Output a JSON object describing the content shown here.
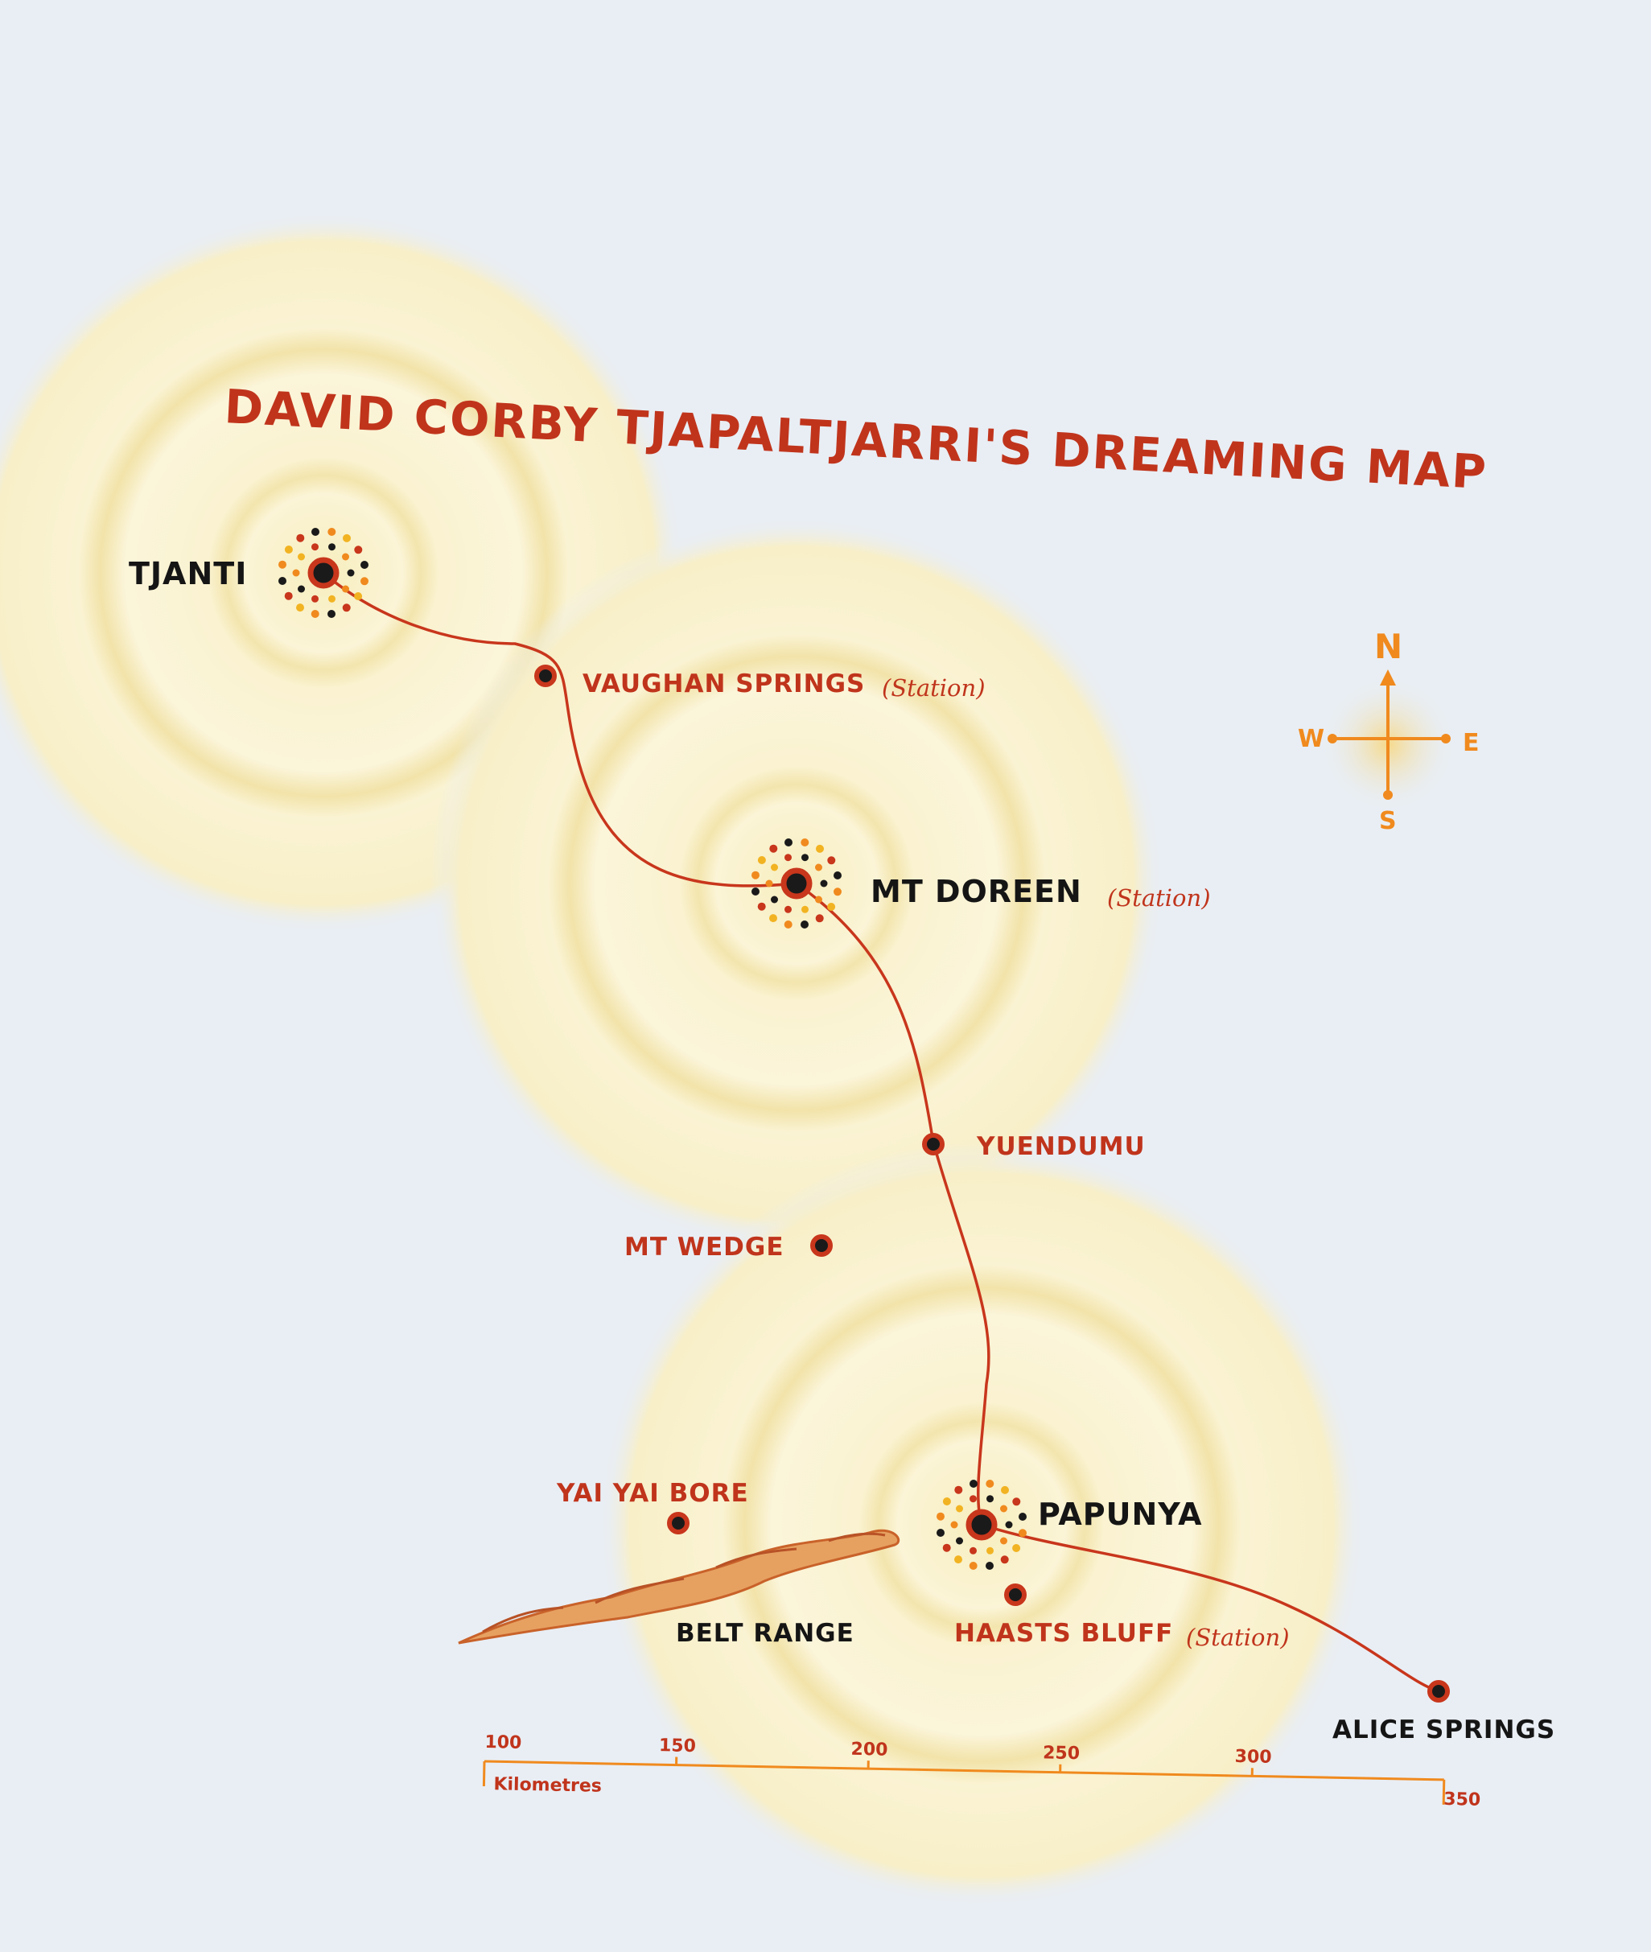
{
  "title": "DAVID CORBY TJAPALTJARRI'S DREAMING MAP",
  "colors": {
    "background": "#e9eef4",
    "halo": "#f6ecb8",
    "route": "#c8361c",
    "label_red": "#c0341c",
    "label_dark": "#151515",
    "accent_orange": "#f08a1e",
    "dot_yellow": "#f2b322",
    "dot_black": "#1a1a1a"
  },
  "places": [
    {
      "id": "tjanti",
      "name": "TJANTI",
      "kind": "dreaming-site",
      "note": ""
    },
    {
      "id": "vaughan-springs",
      "name": "VAUGHAN SPRINGS",
      "kind": "place",
      "note": "(Station)"
    },
    {
      "id": "mt-doreen",
      "name": "MT DOREEN",
      "kind": "dreaming-site",
      "note": "(Station)"
    },
    {
      "id": "yuendumu",
      "name": "YUENDUMU",
      "kind": "place",
      "note": ""
    },
    {
      "id": "mt-wedge",
      "name": "MT WEDGE",
      "kind": "place",
      "note": ""
    },
    {
      "id": "yai-yai-bore",
      "name": "YAI YAI BORE",
      "kind": "place",
      "note": ""
    },
    {
      "id": "papunya",
      "name": "PAPUNYA",
      "kind": "dreaming-site",
      "note": ""
    },
    {
      "id": "haasts-bluff",
      "name": "HAASTS BLUFF",
      "kind": "place",
      "note": "(Station)"
    },
    {
      "id": "alice-springs",
      "name": "ALICE SPRINGS",
      "kind": "place",
      "note": ""
    }
  ],
  "features": {
    "belt_range": "BELT RANGE"
  },
  "route": [
    "tjanti",
    "vaughan-springs",
    "mt-doreen",
    "yuendumu",
    "papunya",
    "alice-springs"
  ],
  "compass": {
    "n": "N",
    "s": "S",
    "e": "E",
    "w": "W"
  },
  "scale": {
    "unit_label": "Kilometres",
    "ticks": [
      "100",
      "150",
      "200",
      "250",
      "300",
      "350"
    ]
  }
}
